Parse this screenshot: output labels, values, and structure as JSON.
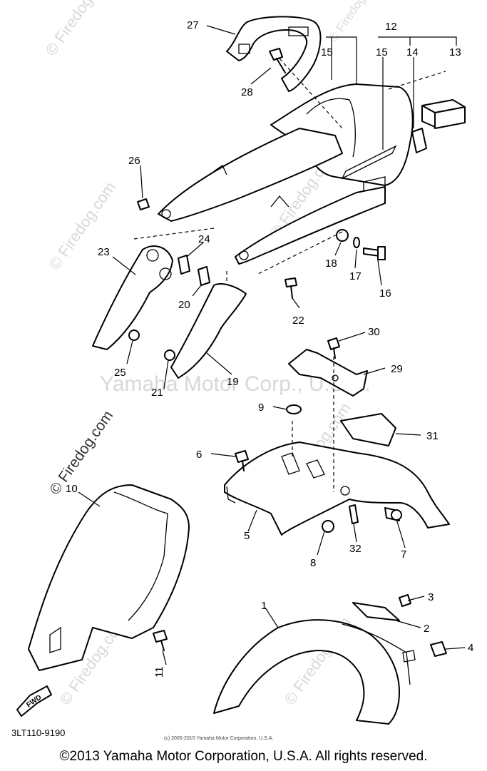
{
  "diagram": {
    "callouts": [
      "27",
      "12",
      "15",
      "15",
      "14",
      "13",
      "28",
      "26",
      "24",
      "23",
      "18",
      "17",
      "16",
      "20",
      "22",
      "30",
      "25",
      "19",
      "29",
      "21",
      "9",
      "31",
      "6",
      "10",
      "5",
      "8",
      "32",
      "7",
      "3",
      "2",
      "4",
      "11",
      "1"
    ],
    "fwd_label": "FWD",
    "watermarks": [
      "© Firedog.com",
      "Yamaha Motor Corp., U.S.A."
    ]
  },
  "footer": {
    "diagram_code": "3LT110-9190",
    "small_credit": "(c) 2005-2015 Yamaha Motor Corporation, U.S.A.",
    "copyright": "©2013 Yamaha Motor Corporation, U.S.A. All rights reserved."
  }
}
